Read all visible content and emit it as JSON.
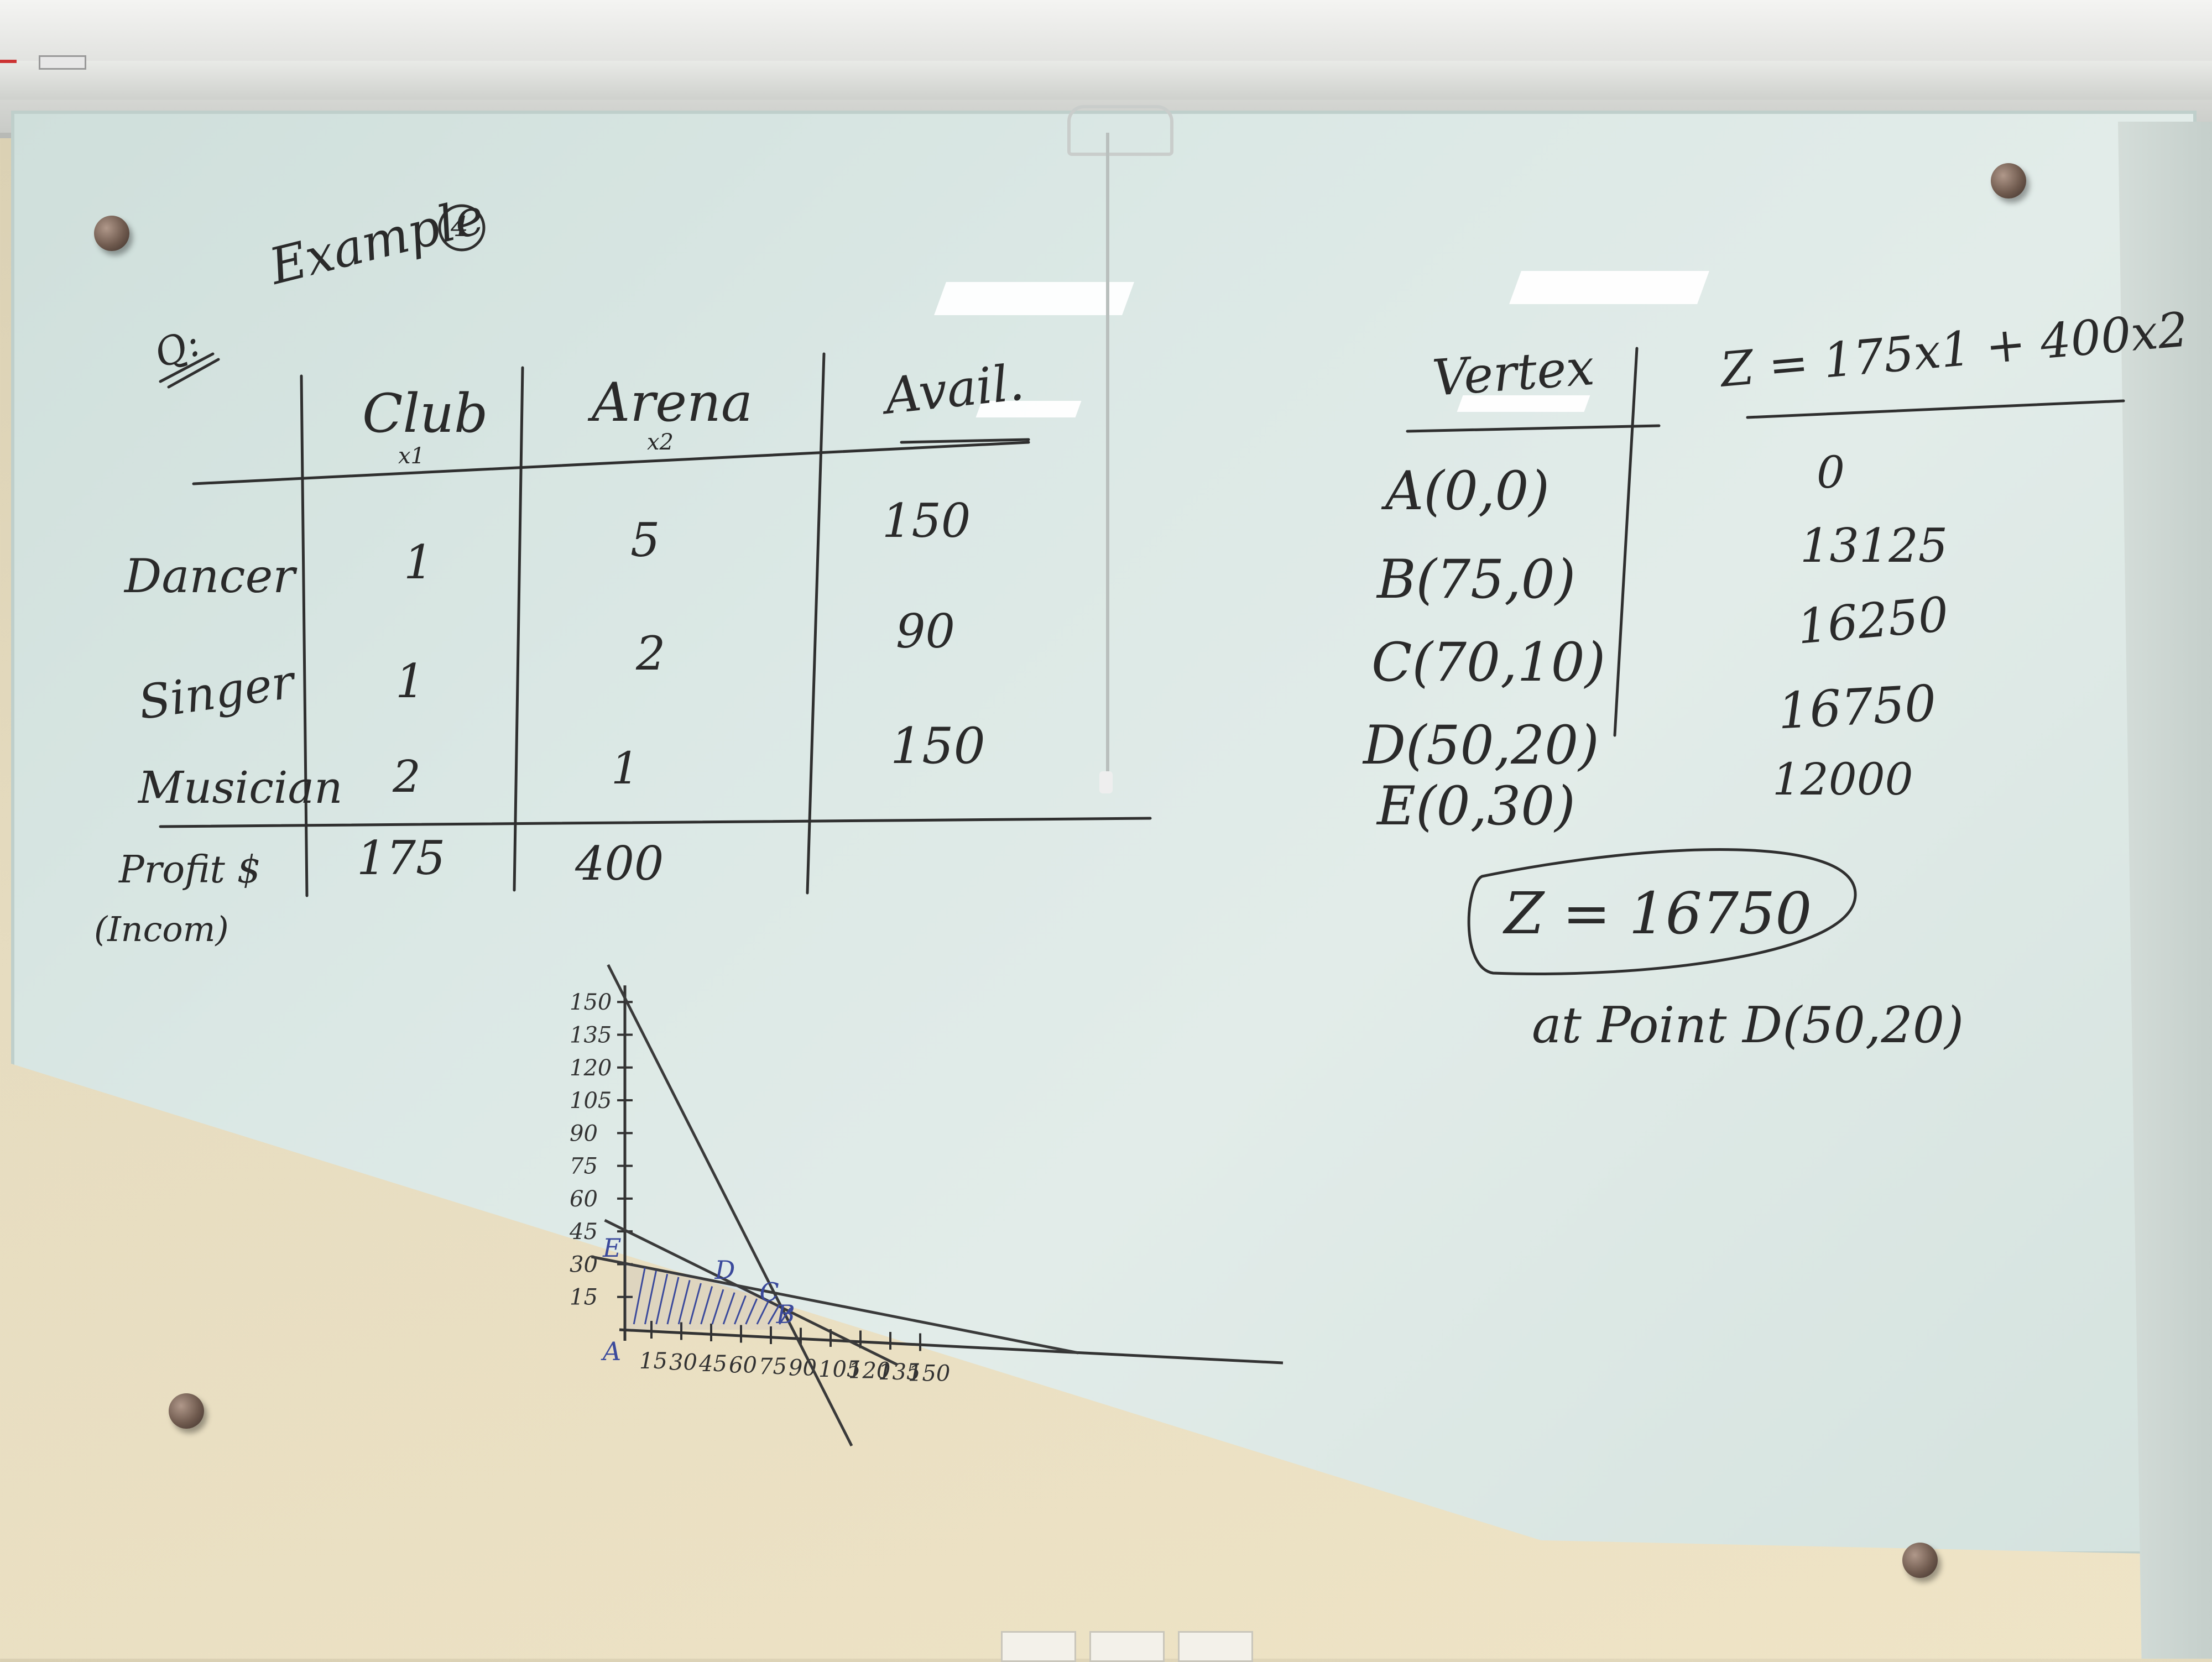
{
  "whiteboard": {
    "example_label": "Example",
    "example_number": "4",
    "question_label": "Q:",
    "table": {
      "col_headers": [
        {
          "label": "Club",
          "var": "x1"
        },
        {
          "label": "Arena",
          "var": "x2"
        },
        {
          "label": "Avail."
        }
      ],
      "rows": [
        {
          "label": "Dancer",
          "club": "1",
          "arena": "5",
          "avail": "150"
        },
        {
          "label": "Singer",
          "club": "1",
          "arena": "2",
          "avail": "90"
        },
        {
          "label": "Musician",
          "club": "2",
          "arena": "1",
          "avail": "150"
        }
      ],
      "profit_label": "Profit $",
      "profit_sub": "(Incom)",
      "profit_club": "175",
      "profit_arena": "400"
    },
    "vertex_table": {
      "col_vertex": "Vertex",
      "col_z": "Z = 175x1 + 400x2",
      "rows": [
        {
          "vertex": "A(0,0)",
          "z": "0"
        },
        {
          "vertex": "B(75,0)",
          "z": "13125"
        },
        {
          "vertex": "C(70,10)",
          "z": "16250"
        },
        {
          "vertex": "D(50,20)",
          "z": "16750"
        },
        {
          "vertex": "E(0,30)",
          "z": "12000"
        }
      ]
    },
    "answer": {
      "z": "Z = 16750",
      "point": "at Point D(50,20)"
    },
    "graph": {
      "y_ticks": [
        "150",
        "135",
        "120",
        "105",
        "90",
        "75",
        "60",
        "45",
        "30",
        "15"
      ],
      "x_ticks": [
        "15",
        "30",
        "45",
        "60",
        "75",
        "90",
        "105",
        "120",
        "135",
        "150"
      ],
      "point_labels": [
        "A",
        "B",
        "C",
        "D",
        "E"
      ],
      "constraints": [
        {
          "name": "Dancer",
          "x_intercept": 150,
          "y_intercept": 30
        },
        {
          "name": "Singer",
          "x_intercept": 90,
          "y_intercept": 45
        },
        {
          "name": "Musician",
          "x_intercept": 75,
          "y_intercept": 150
        }
      ],
      "feasible_vertices": [
        [
          0,
          0
        ],
        [
          75,
          0
        ],
        [
          70,
          10
        ],
        [
          50,
          20
        ],
        [
          0,
          30
        ]
      ]
    },
    "colors": {
      "marker_black": "#2a2a2a",
      "marker_blue": "#3b4a9c",
      "board": "#dbe8e5"
    }
  }
}
